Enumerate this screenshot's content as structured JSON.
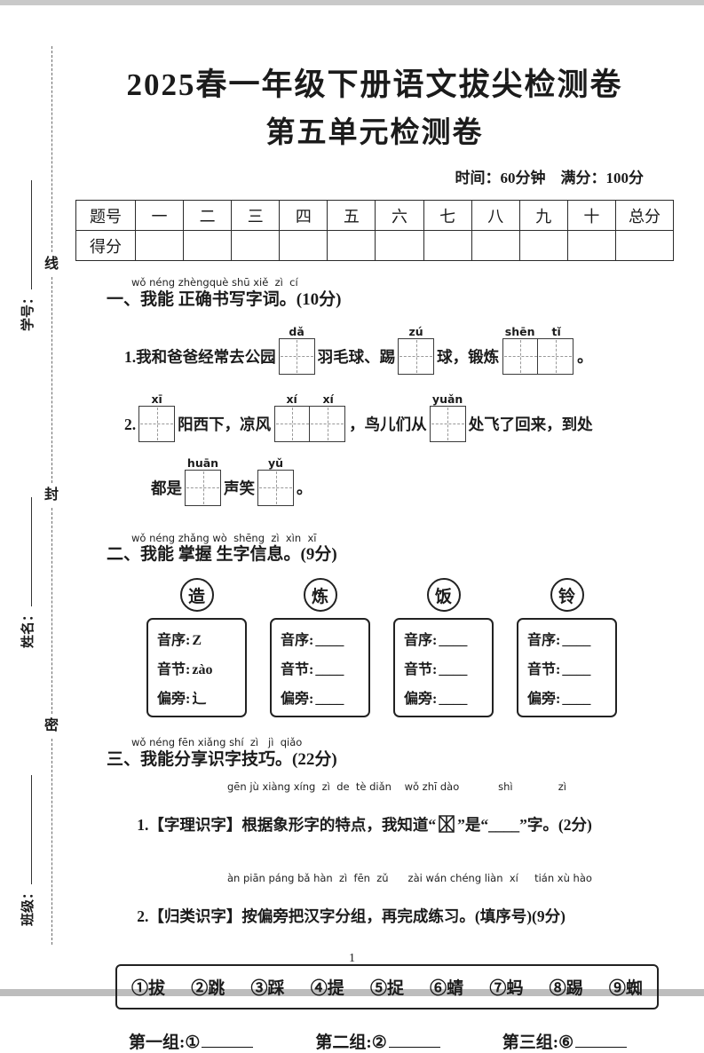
{
  "page": {
    "title": "2025春一年级下册语文拔尖检测卷",
    "subtitle": "第五单元检测卷",
    "meta": "时间：60分钟　满分：100分",
    "page_number": "1"
  },
  "margin": {
    "seal_chars": [
      "线",
      "封",
      "密"
    ],
    "student_id_label": "学号：",
    "name_label": "姓名：",
    "class_label": "班级："
  },
  "score_table": {
    "corner_label": "题号",
    "columns": [
      "一",
      "二",
      "三",
      "四",
      "五",
      "六",
      "七",
      "八",
      "九",
      "十",
      "总分"
    ],
    "row_label": "得分"
  },
  "section_one": {
    "pinyin": "wǒ néng zhèngquè shū xiě  zì  cí",
    "title": "一、我能 正确书写字词。(10分)",
    "q1": {
      "num": "1.",
      "t1": "我和爸爸经常去公园",
      "p1": "dǎ",
      "t2": "羽毛球、踢",
      "p2": "zú",
      "t3": "球，锻炼",
      "p3a": "shēn",
      "p3b": "tǐ",
      "t4": "。"
    },
    "q2": {
      "num": "2.",
      "p1": "xī",
      "t1": "阳西下，凉风",
      "p2a": "xí",
      "p2b": "xí",
      "t2": "，鸟儿们从",
      "p3": "yuǎn",
      "t3": "处飞了回来，到处",
      "t4": "都是",
      "p4": "huān",
      "t5": "声笑",
      "p5": "yǔ",
      "t6": "。"
    }
  },
  "section_two": {
    "pinyin": "wǒ néng zhǎng wò  shēng  zì  xìn  xī",
    "title": "二、我能 掌握 生字信息。(9分)",
    "field_labels": {
      "yinxu": "音序:",
      "yinjie": "音节:",
      "pianpang": "偏旁:"
    },
    "cards": [
      {
        "char": "造",
        "yinxu": "Z",
        "yinjie": "zào",
        "pianpang": "辶"
      },
      {
        "char": "炼",
        "yinxu": "____",
        "yinjie": "____",
        "pianpang": "____"
      },
      {
        "char": "饭",
        "yinxu": "____",
        "yinjie": "____",
        "pianpang": "____"
      },
      {
        "char": "铃",
        "yinxu": "____",
        "yinjie": "____",
        "pianpang": "____"
      }
    ]
  },
  "section_three": {
    "pinyin": "wǒ néng fēn xiǎng shí  zì   jì  qiǎo",
    "title": "三、我能分享识字技巧。(22分)",
    "item1": {
      "num": "1.",
      "tag": "【字理识字】",
      "pinyin": "gēn jù xiàng xíng  zì  de  tè diǎn    wǒ zhī dào            shì              zì",
      "before": "根据象形字的特点，我知道“",
      "after1": "”是“",
      "blank": "____",
      "after2": "”字。(2分)"
    },
    "item2": {
      "num": "2.",
      "tag": "【归类识字】",
      "pinyin": "àn piān páng bǎ hàn  zì  fēn  zǔ      zài wán chéng liàn  xí     tián xù hào",
      "text": "按偏旁把汉字分组，再完成练习。(填序号)(9分)"
    },
    "char_bank": [
      "①拔",
      "②跳",
      "③踩",
      "④提",
      "⑤捉",
      "⑥蜻",
      "⑦蚂",
      "⑧踢",
      "⑨蜘"
    ],
    "groups": [
      {
        "label": "第一组:",
        "given": "①"
      },
      {
        "label": "第二组:",
        "given": "②"
      },
      {
        "label": "第三组:",
        "given": "⑥"
      }
    ]
  }
}
